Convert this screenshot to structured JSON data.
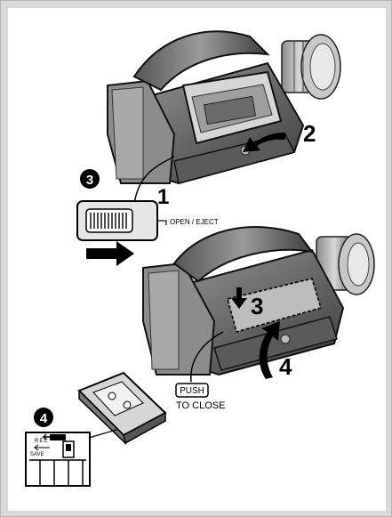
{
  "steps": {
    "step_1": "1",
    "step_2": "2",
    "step_3": "3",
    "step_4": "4"
  },
  "callouts": {
    "circled_3": "3",
    "circled_4": "4"
  },
  "labels": {
    "open_eject": "OPEN / EJECT",
    "push_button": "PUSH",
    "to_close": "TO CLOSE",
    "rec": "REC",
    "save": "SAVE"
  },
  "icons": {
    "lever_arrow": "arrow-right-icon",
    "step2_arrow": "curved-arrow-icon",
    "step3_arrow": "arrow-down-icon",
    "step4_arrow": "curved-arrow-up-icon"
  },
  "colors": {
    "frame": "#d9d9d9",
    "ink": "#000000",
    "camera_dark": "#3a3a3a",
    "camera_mid": "#7a7a7a",
    "camera_light": "#b8b8b8"
  }
}
